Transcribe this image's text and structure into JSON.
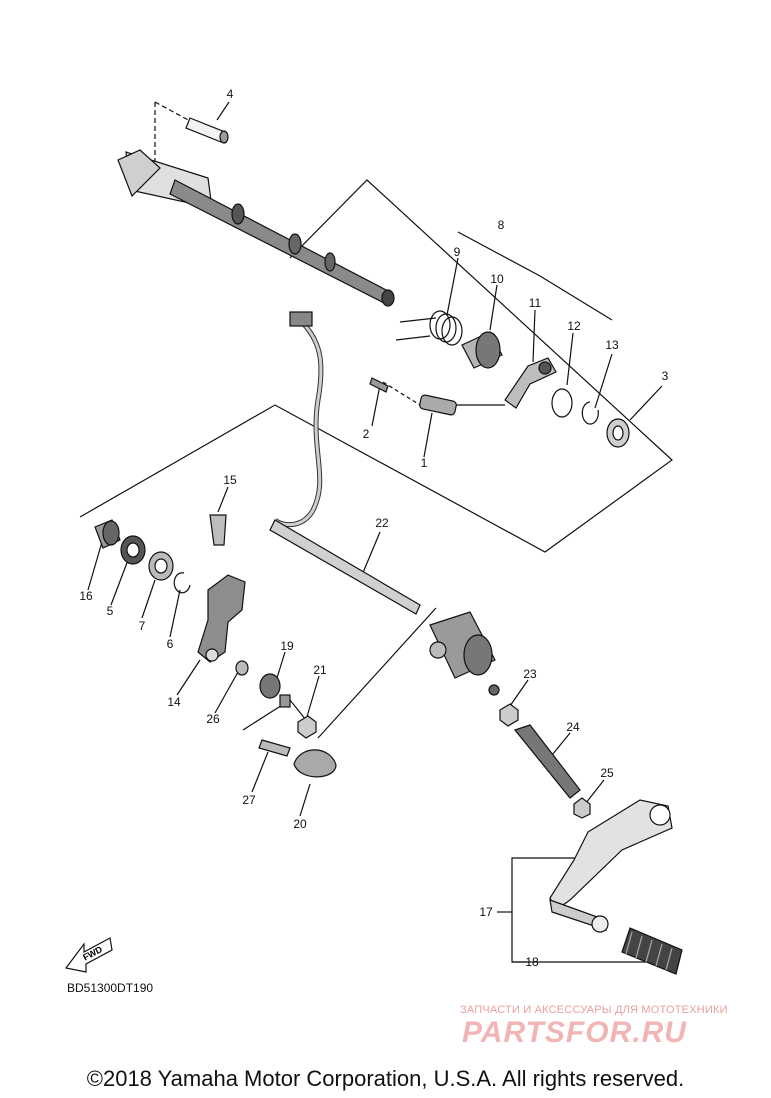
{
  "diagram": {
    "parts": [
      {
        "id": "1",
        "label": "1"
      },
      {
        "id": "2",
        "label": "2"
      },
      {
        "id": "3",
        "label": "3"
      },
      {
        "id": "4",
        "label": "4"
      },
      {
        "id": "5",
        "label": "5"
      },
      {
        "id": "6",
        "label": "6"
      },
      {
        "id": "7",
        "label": "7"
      },
      {
        "id": "8",
        "label": "8"
      },
      {
        "id": "9",
        "label": "9"
      },
      {
        "id": "10",
        "label": "10"
      },
      {
        "id": "11",
        "label": "11"
      },
      {
        "id": "12",
        "label": "12"
      },
      {
        "id": "13",
        "label": "13"
      },
      {
        "id": "14",
        "label": "14"
      },
      {
        "id": "15",
        "label": "15"
      },
      {
        "id": "16",
        "label": "16"
      },
      {
        "id": "17",
        "label": "17"
      },
      {
        "id": "18",
        "label": "18"
      },
      {
        "id": "19",
        "label": "19"
      },
      {
        "id": "20",
        "label": "20"
      },
      {
        "id": "21",
        "label": "21"
      },
      {
        "id": "22",
        "label": "22"
      },
      {
        "id": "23",
        "label": "23"
      },
      {
        "id": "24",
        "label": "24"
      },
      {
        "id": "25",
        "label": "25"
      },
      {
        "id": "26",
        "label": "26"
      },
      {
        "id": "27",
        "label": "27"
      }
    ],
    "fwd_label": "FWD",
    "diagram_code": "BD51300DT190"
  },
  "watermark": {
    "tagline": "ЗАПЧАСТИ И АКСЕССУАРЫ ДЛЯ МОТОТЕХНИКИ",
    "brand": "PARTSFOR.RU"
  },
  "footer": {
    "copyright": "©2018 Yamaha Motor Corporation, U.S.A. All rights reserved."
  }
}
